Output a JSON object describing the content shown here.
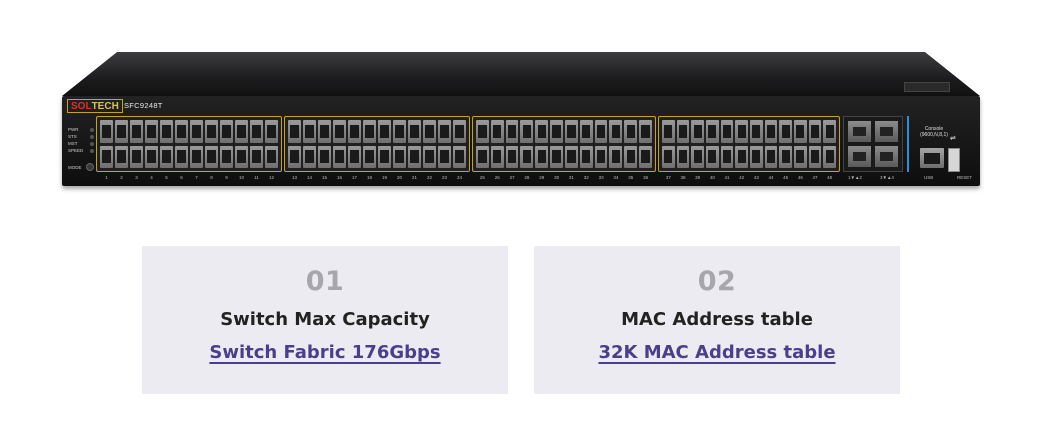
{
  "device": {
    "brand_sol": "SOL",
    "brand_tech": "TECH",
    "model": "SFC9248T",
    "leds": [
      "PWR",
      "STS",
      "MST",
      "SPEED"
    ],
    "mode_label": "MODE",
    "port_numbers": [
      "1",
      "2",
      "3",
      "4",
      "5",
      "6",
      "7",
      "8",
      "9",
      "10",
      "11",
      "12",
      "13",
      "14",
      "15",
      "16",
      "17",
      "18",
      "19",
      "20",
      "21",
      "22",
      "23",
      "24",
      "25",
      "26",
      "27",
      "28",
      "29",
      "30",
      "31",
      "32",
      "33",
      "34",
      "35",
      "36",
      "37",
      "38",
      "39",
      "40",
      "41",
      "42",
      "43",
      "44",
      "45",
      "46",
      "47",
      "48"
    ],
    "sfp_labels": [
      "1▼▲2",
      "3▼▲4"
    ],
    "console_label": "Console",
    "console_params": "(9600,N,8,1)",
    "usb_label": "USB",
    "reset_label": "RESET",
    "brand_color": "#e22e2e",
    "frame_color": "#c8a31f",
    "console_accent": "#2f8fd6"
  },
  "features": [
    {
      "number": "01",
      "title": "Switch Max Capacity",
      "link": "Switch Fabric 176Gbps"
    },
    {
      "number": "02",
      "title": "MAC Address table",
      "link": "32K MAC Address table"
    }
  ],
  "colors": {
    "card_bg": "#ecebf1",
    "number": "#a6a6ac",
    "title": "#222222",
    "link": "#4b3f8c"
  }
}
